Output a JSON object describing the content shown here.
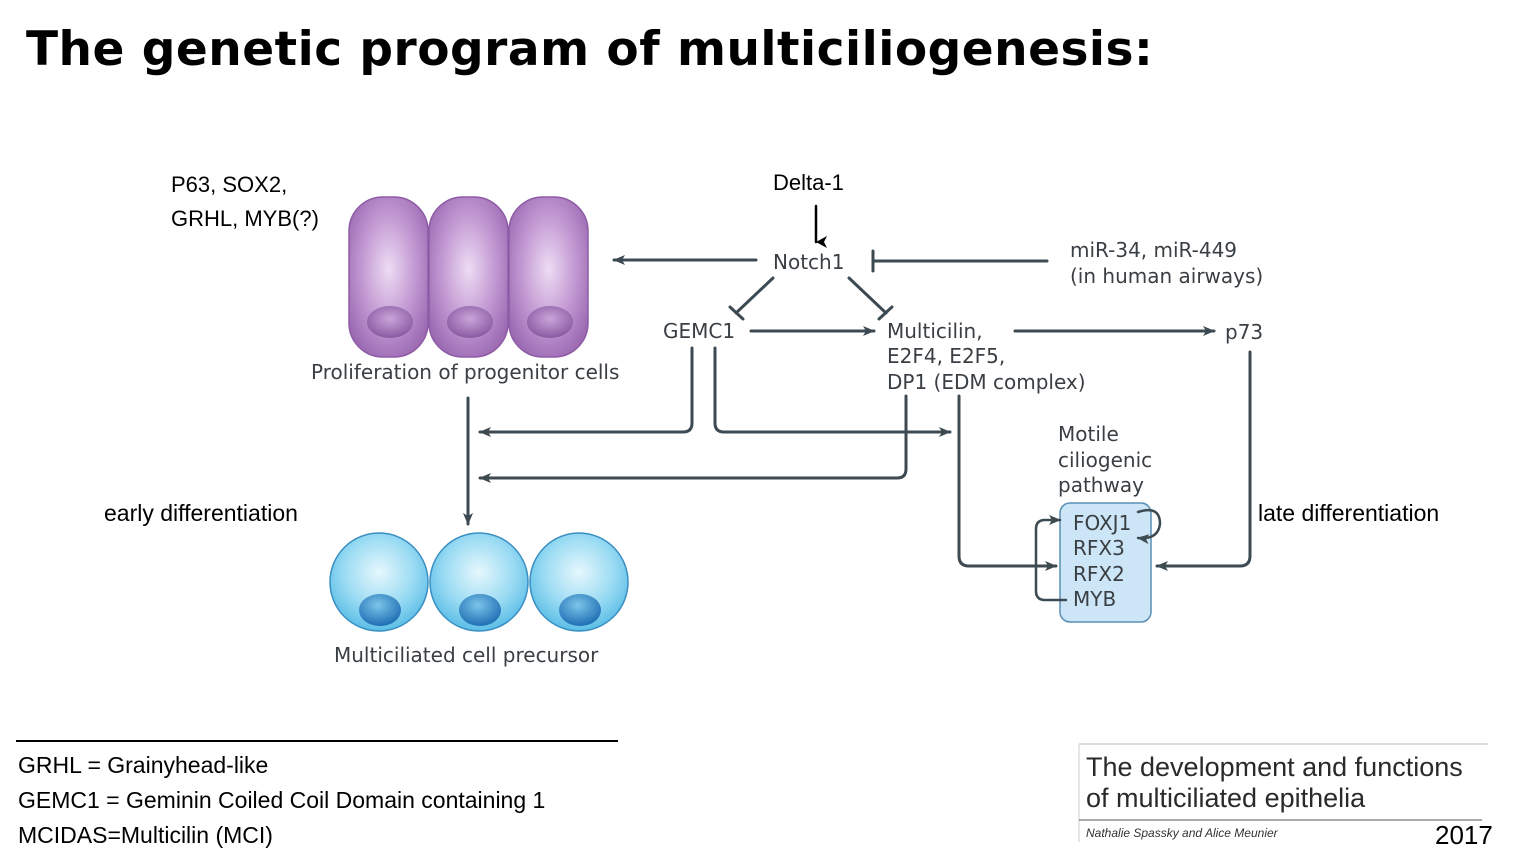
{
  "slide": {
    "title": "The genetic program of multiciliogenesis:"
  },
  "labels": {
    "top_markers_line1": "P63, SOX2,",
    "top_markers_line2": "GRHL, MYB(?)",
    "delta": "Delta-1",
    "notch": "Notch1",
    "mir_line1": "miR-34, miR-449",
    "mir_line2": "(in human airways)",
    "gemc1": "GEMC1",
    "multicilin_line1": "Multicilin,",
    "multicilin_line2": "E2F4, E2F5,",
    "multicilin_line3": "DP1 (EDM complex)",
    "p73": "p73",
    "progenitor_caption": "Proliferation of progenitor cells",
    "motile_line1": "Motile",
    "motile_line2": "ciliogenic",
    "motile_line3": "pathway",
    "foxj1": "FOXJ1",
    "rfx3": "RFX3",
    "rfx2": "RFX2",
    "myb": "MYB",
    "early_diff": "early differentiation",
    "late_diff": "late differentiation",
    "precursor_caption": "Multiciliated cell precursor"
  },
  "legend": [
    "GRHL = Grainyhead-like",
    "GEMC1 = Geminin Coiled Coil Domain containing 1",
    "MCIDAS=Multicilin (MCI)"
  ],
  "reference": {
    "title_line1": "The development and functions",
    "title_line2": "of multiciliated epithelia",
    "authors": "Nathalie Spassky and Alice Meunier",
    "year": "2017"
  },
  "colors": {
    "arrow": "#3d4a52",
    "progenitor_cell": "#b07fc4",
    "precursor_cell": "#7fd0ee",
    "motile_box": "#cde6f7"
  }
}
